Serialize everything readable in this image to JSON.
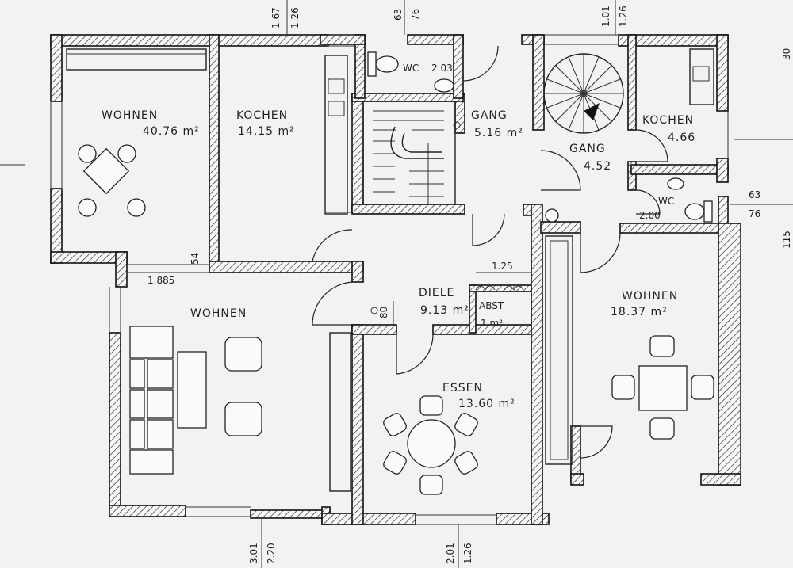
{
  "rooms": {
    "wohnen_nw": {
      "name": "WOHNEN",
      "area": "40.76 m²"
    },
    "kochen_1": {
      "name": "KOCHEN",
      "area": "14.15 m²"
    },
    "wc_1": {
      "name": "WC",
      "area": "2.03"
    },
    "gang_1": {
      "name": "GANG",
      "area": "5.16 m²"
    },
    "gang_2": {
      "name": "GANG",
      "area": "4.52"
    },
    "kochen_2": {
      "name": "KOCHEN",
      "area": "4.66"
    },
    "wc_2": {
      "name": "WC",
      "area": "2.00"
    },
    "wohnen_sw": {
      "name": "WOHNEN"
    },
    "diele": {
      "name": "DIELE",
      "area": "9.13 m²"
    },
    "abst": {
      "name": "ABST",
      "area": "1 m²"
    },
    "essen": {
      "name": "ESSEN",
      "area": "13.60 m²"
    },
    "wohnen_e": {
      "name": "WOHNEN",
      "area": "18.37 m²"
    }
  },
  "dimensions": {
    "top_1a": "1.67",
    "top_1b": "1.26",
    "top_2a": "63",
    "top_2b": "76",
    "top_3a": "1.01",
    "top_3b": "1.26",
    "right_1": "30",
    "right_2a": "63",
    "right_2b": "76",
    "right_3": "115",
    "left_1": "1.885",
    "left_2": "54",
    "diele_1": "1.25",
    "diele_2": "80",
    "bottom_1a": "3.01",
    "bottom_1b": "2.20",
    "bottom_2a": "2.01",
    "bottom_2b": "1.26"
  }
}
